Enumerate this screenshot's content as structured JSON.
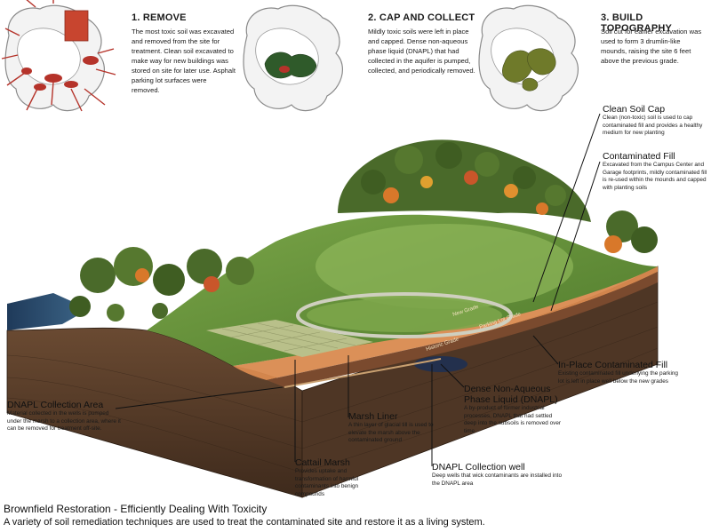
{
  "steps": [
    {
      "title": "1. REMOVE",
      "body": "The most toxic soil was excavated and removed from the site for treatment.  Clean soil excavated to make way for new buildings was stored on site for later use. Asphalt parking lot surfaces were removed."
    },
    {
      "title": "2. CAP AND COLLECT",
      "body": "Mildly toxic soils were left in place and capped.  Dense non-aqueous phase liquid (DNAPL) that had collected in the aquifer is pumped, collected, and periodically removed."
    },
    {
      "title": "3. BUILD TOPOGRAPHY",
      "body": "Soil cut for earlier excavation was used to form 3 drumlin-like mounds, raising the site 6 feet above the previous grade."
    }
  ],
  "callouts": {
    "clean_soil_cap": {
      "title": "Clean Soil Cap",
      "body": "Clean (non-toxic) soil is used to cap contaminated fill and provides a healthy medium for new planting"
    },
    "contaminated_fill": {
      "title": "Contaminated Fill",
      "body": "Excavated from the Campus Center and Garage footprints, mildly contaminated fill is re-used within the mounds and capped with planting soils"
    },
    "in_place_fill": {
      "title": "In-Place Contaminated Fill",
      "body": "Existing contaminated fill underlying the parking lot is left in place well below the new grades"
    },
    "dnapl": {
      "title": "Dense Non-Aqueous Phase Liquid (DNAPL)",
      "body": "A by-product of former industrial processes, DNAPL that had settled deep into the subsoils is removed over time"
    },
    "collection_well": {
      "title": "DNAPL Collection well",
      "body": "Deep wells that wick contaminants are installed into the DNAPL area"
    },
    "marsh_liner": {
      "title": "Marsh Liner",
      "body": "A thin layer of glacial till is used to elevate the marsh above the contaminated ground"
    },
    "cattail_marsh": {
      "title": "Cattail Marsh",
      "body": "Provides uptake and transformation of harmful contaminants into benign compounds"
    },
    "collection_area": {
      "title": "DNAPL Collection Area",
      "body": "Material collected in the wells is pumped under the marsh to a collection area, where it can be removed for treatment off-site."
    }
  },
  "grade_labels": {
    "new": "New Grade",
    "parking": "Parking Lot Grade",
    "historic": "Historic Grade"
  },
  "caption": {
    "title": "Brownfield Restoration - Efficiently Dealing With Toxicity",
    "subtitle": "A variety of soil remediation techniques are used to treat the contaminated site and restore it as a living system."
  },
  "colors": {
    "soil": "#5a3f2c",
    "soil_dark": "#3e2a1c",
    "clean_cap": "#d98a4f",
    "lawn": "#6b9a3a",
    "lawn_light": "#8fb65a",
    "forest": "#4a6a2a",
    "autumn": "#d8782a",
    "water": "#2c4f74",
    "dnapl": "#1c2f55",
    "excavation": "#b5332a",
    "capped_area": "#2f5a2a",
    "mounds": "#6f7a2a"
  }
}
